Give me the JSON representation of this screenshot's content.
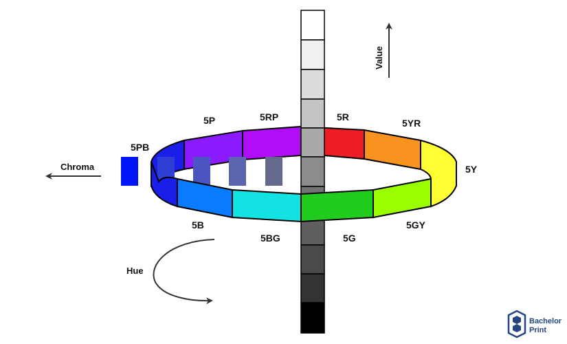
{
  "labels": {
    "value": "Value",
    "chroma": "Chroma",
    "hue": "Hue"
  },
  "hues": {
    "h5R": "5R",
    "h5YR": "5YR",
    "h5Y": "5Y",
    "h5GY": "5GY",
    "h5G": "5G",
    "h5BG": "5BG",
    "h5B": "5B",
    "h5PB": "5PB",
    "h5P": "5P",
    "h5RP": "5RP"
  },
  "brand": {
    "line1": "Bachelor",
    "line2": "Print"
  },
  "colors": {
    "R": "#ee1c25",
    "YR": "#f7931e",
    "Y": "#ffff33",
    "GY": "#99ff00",
    "G": "#22cc1e",
    "BG": "#12e2e2",
    "B": "#0a7bff",
    "PB": "#1a1ee8",
    "P": "#8b1aff",
    "RP": "#b00ef7",
    "chroma_steps": [
      "#0015f5",
      "#2f3fd6",
      "#4a55c2",
      "#5a65ad",
      "#646a8e"
    ],
    "value_steps": [
      "#ffffff",
      "#f0f0f0",
      "#dcdcdc",
      "#c4c4c4",
      "#a9a9a9",
      "#8c8c8c",
      "#747474",
      "#5f5f5f",
      "#4a4a4a",
      "#333333",
      "#000000"
    ],
    "brand": "#23467e"
  }
}
